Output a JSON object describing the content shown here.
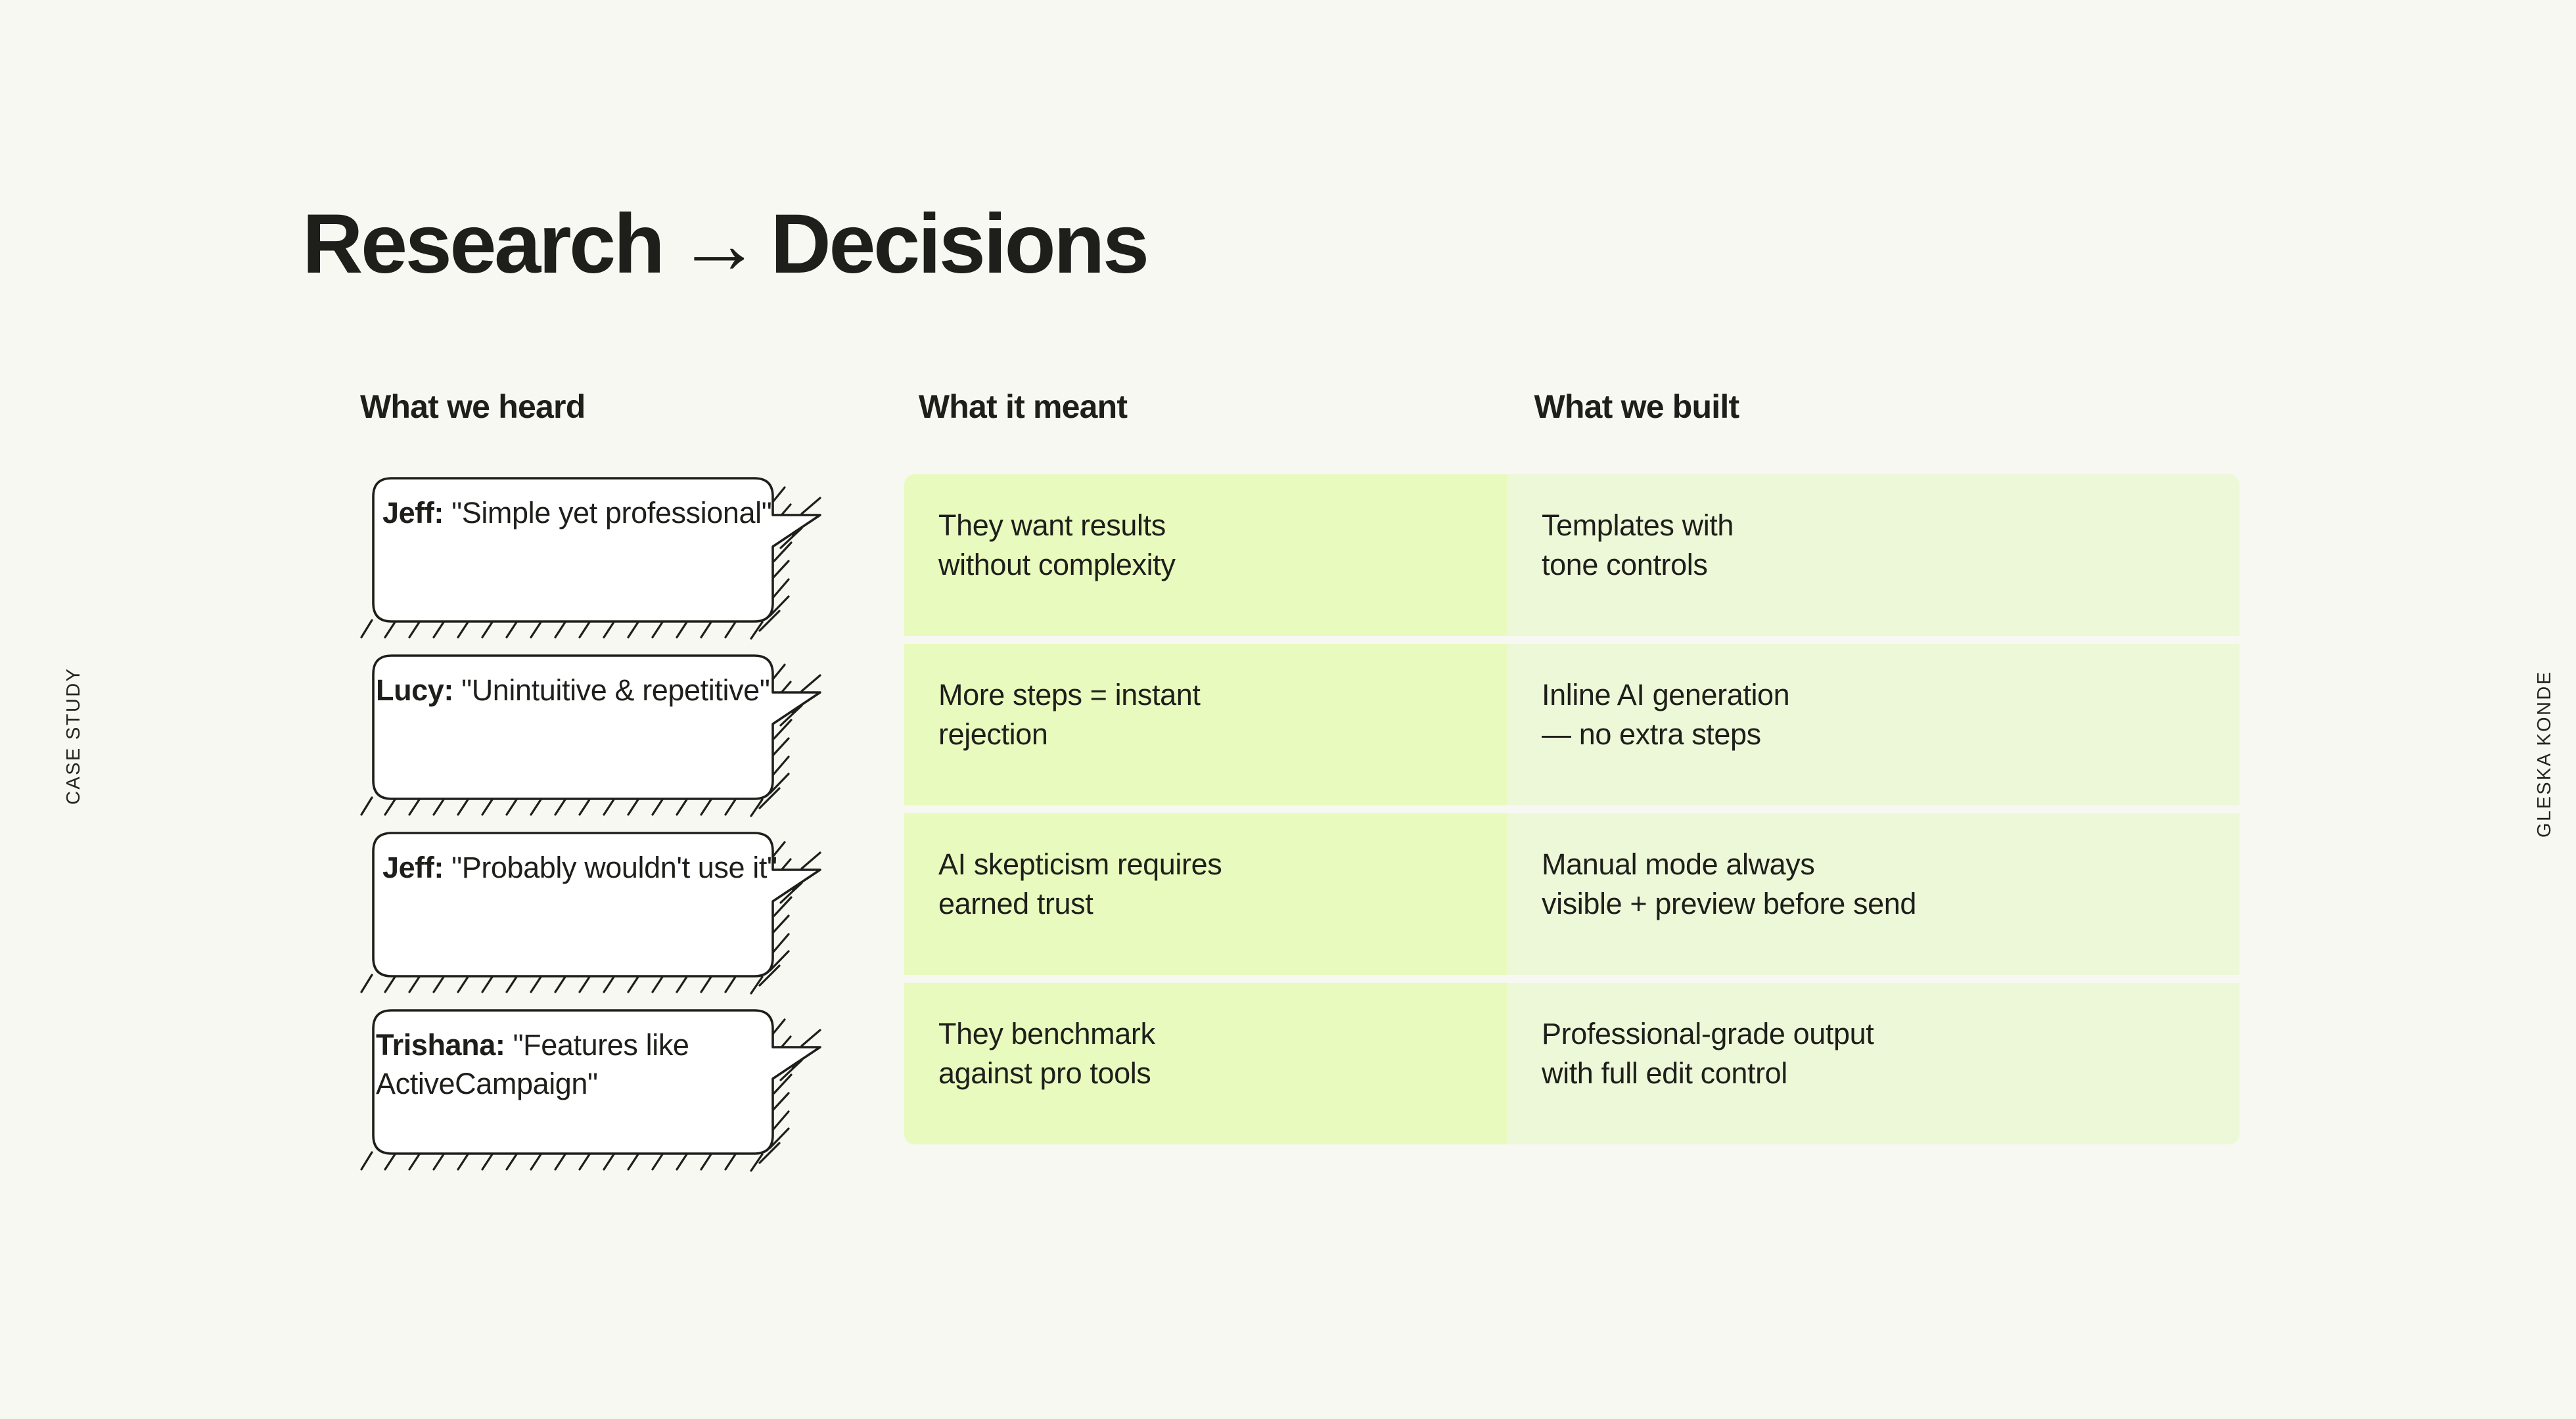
{
  "side": {
    "left_label": "CASE STUDY",
    "right_label": "GLESKA KONDE"
  },
  "title": {
    "before": "Research",
    "arrow": "→",
    "after": "Decisions"
  },
  "colors": {
    "background": "#f7f8f2",
    "text": "#1e1f1b",
    "cell_meant": "#e8fabd",
    "cell_built": "#edf8d8",
    "bubble_fill": "#ffffff",
    "bubble_stroke": "#1e1f1b"
  },
  "columns": {
    "heard": "What we heard",
    "meant": "What it meant",
    "built": "What we built"
  },
  "rows": [
    {
      "speaker": "Jeff:",
      "quote": "\"Simple yet professional\"",
      "quote_line1": "\"Simple yet",
      "quote_line2": "professional\"",
      "meant_line1": "They want results",
      "meant_line2": "without complexity",
      "built_line1": "Templates with",
      "built_line2": "tone controls"
    },
    {
      "speaker": "Lucy:",
      "quote": "\"Unintuitive & repetitive\"",
      "quote_line1": "\"Unintuitive &",
      "quote_line2": "repetitive\"",
      "meant_line1": "More steps = instant",
      "meant_line2": "rejection",
      "built_line1": "Inline AI generation",
      "built_line2": "— no extra steps"
    },
    {
      "speaker": "Jeff:",
      "quote": "\"Probably wouldn't use it\"",
      "quote_line1": "\"Probably",
      "quote_line2": "wouldn't use it\"",
      "meant_line1": "AI skepticism requires",
      "meant_line2": "earned trust",
      "built_line1": "Manual mode always",
      "built_line2": "visible + preview before send"
    },
    {
      "speaker": "Trishana:",
      "quote": "\"Features like ActiveCampaign\"",
      "quote_line1": "\"Features",
      "quote_line2": "like ActiveCampaign\"",
      "meant_line1": "They benchmark",
      "meant_line2": "against pro tools",
      "built_line1": "Professional-grade output",
      "built_line2": "with full edit control"
    }
  ]
}
